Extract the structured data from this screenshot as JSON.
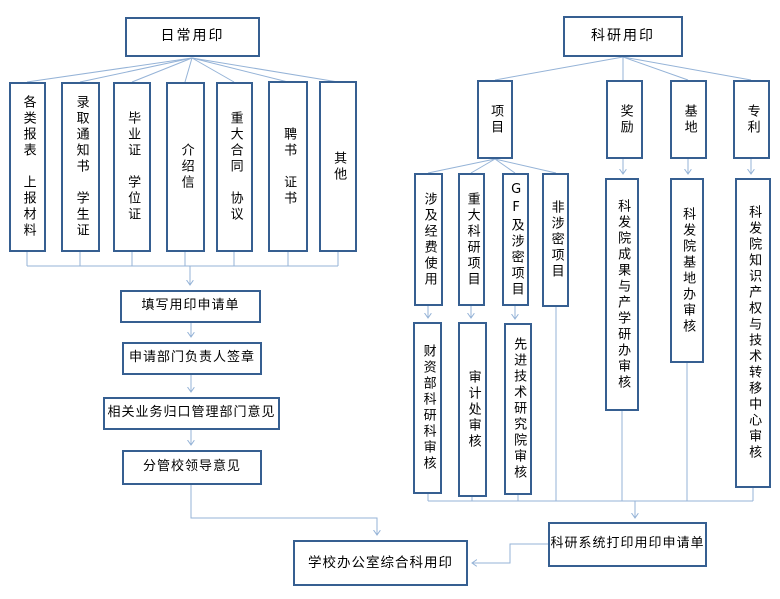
{
  "colors": {
    "box_border": "#365F91",
    "connector_line": "#95B3D7",
    "text": "#000000",
    "background": "#FFFFFF"
  },
  "daily": {
    "title": "日常用印",
    "categories": [
      "各类报表　上报材料",
      "录取通知书　学生证",
      "毕业证　学位证",
      "介绍信",
      "重大合同　协议",
      "聘书　证书",
      "其他"
    ],
    "steps": [
      "填写用印申请单",
      "申请部门负责人签章",
      "相关业务归口管理部门意见",
      "分管校领导意见"
    ]
  },
  "research": {
    "title": "科研用印",
    "branches": [
      "项目",
      "奖励",
      "基地",
      "专利"
    ],
    "project_types": [
      "涉及经费使用",
      "重大科研项目",
      "GF及涉密项目",
      "非涉密项目"
    ],
    "project_reviews": [
      "财资部科研科审核",
      "审计处审核",
      "先进技术研究院审核"
    ],
    "branch_reviews": [
      "科发院成果与产学研办审核",
      "科发院基地办审核",
      "科发院知识产权与技术转移中心审核"
    ],
    "print_step": "科研系统打印用印申请单"
  },
  "final_step": "学校办公室综合科用印"
}
